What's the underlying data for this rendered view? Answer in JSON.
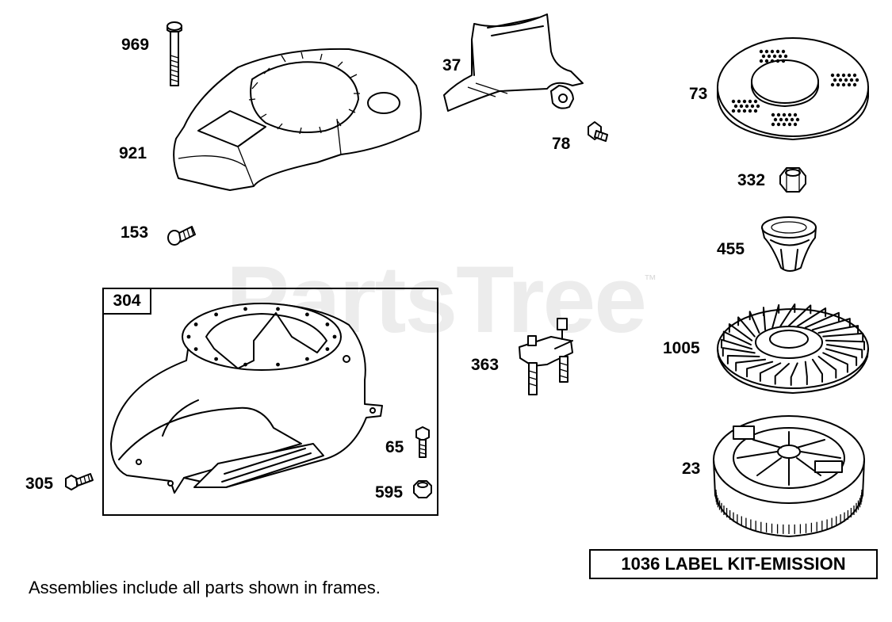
{
  "watermark": {
    "brand": "PartsTree",
    "trademark": "™"
  },
  "assembly_frame": {
    "label": "304"
  },
  "kit_box": {
    "text": "1036 LABEL KIT-EMISSION"
  },
  "note": {
    "text": "Assemblies include all parts shown in frames."
  },
  "parts": [
    {
      "id": "969",
      "label": "969",
      "icon": "long-bolt-icon"
    },
    {
      "id": "921",
      "label": "921",
      "icon": "blower-housing-cover-icon"
    },
    {
      "id": "153",
      "label": "153",
      "icon": "screw-icon"
    },
    {
      "id": "37",
      "label": "37",
      "icon": "baffle-icon"
    },
    {
      "id": "78",
      "label": "78",
      "icon": "screw-icon"
    },
    {
      "id": "73",
      "label": "73",
      "icon": "rotating-screen-icon"
    },
    {
      "id": "332",
      "label": "332",
      "icon": "hex-nut-icon"
    },
    {
      "id": "455",
      "label": "455",
      "icon": "starter-cup-icon"
    },
    {
      "id": "1005",
      "label": "1005",
      "icon": "fan-icon"
    },
    {
      "id": "23",
      "label": "23",
      "icon": "flywheel-icon"
    },
    {
      "id": "363",
      "label": "363",
      "icon": "armature-bracket-icon"
    },
    {
      "id": "65",
      "label": "65",
      "icon": "screw-icon"
    },
    {
      "id": "595",
      "label": "595",
      "icon": "hex-nut-icon"
    },
    {
      "id": "305",
      "label": "305",
      "icon": "bolt-icon"
    }
  ]
}
